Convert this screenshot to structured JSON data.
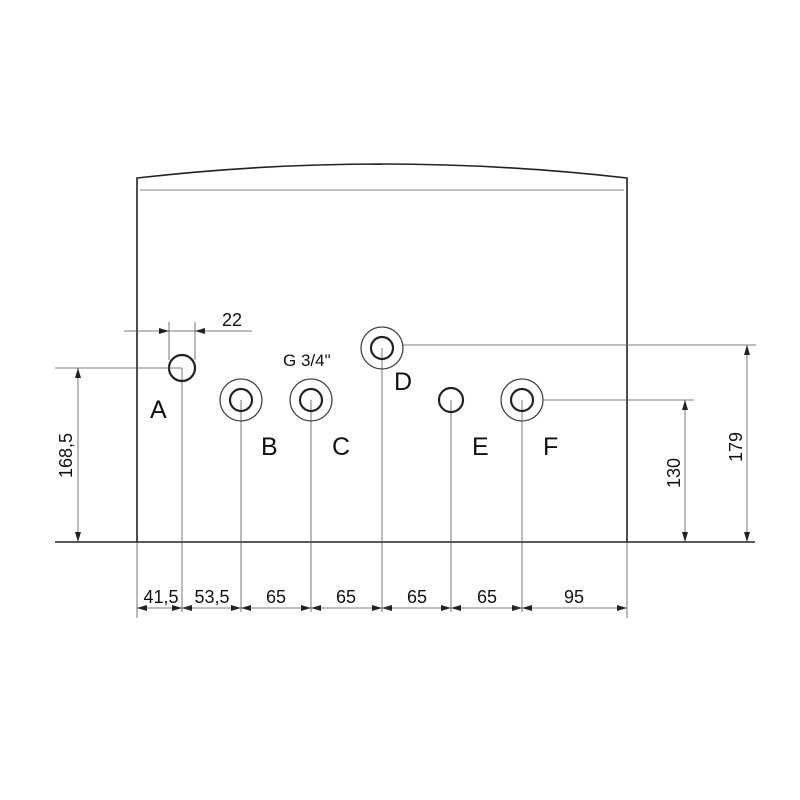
{
  "connections": {
    "A": "A",
    "B": "B",
    "C": "C",
    "D": "D",
    "E": "E",
    "F": "F"
  },
  "thread_note": "G 3/4\"",
  "dimensions": {
    "pipe_diameter_a": "22",
    "height_a": "168,5",
    "height_f": "130",
    "height_d": "179",
    "spacing_bottom": [
      "41,5",
      "53,5",
      "65",
      "65",
      "65",
      "65",
      "95"
    ]
  }
}
